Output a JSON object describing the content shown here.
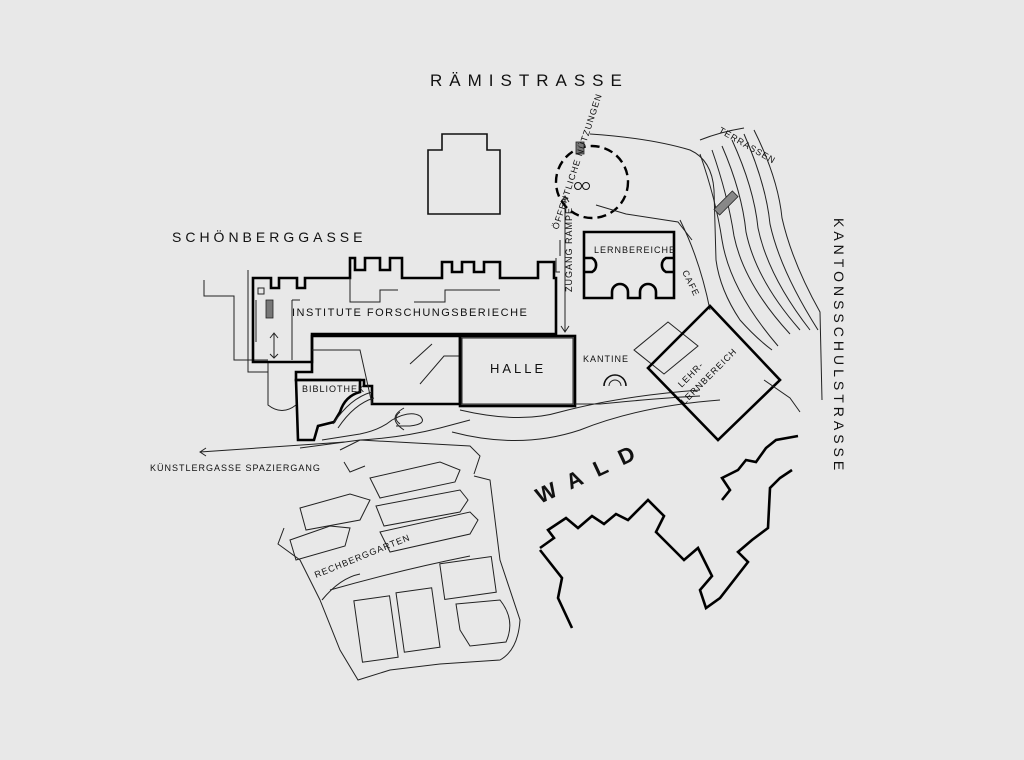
{
  "streets": {
    "raemistrasse": "RÄMISTRASSE",
    "schoenberggasse": "SCHÖNBERGGASSE",
    "kantonsschulstrasse": "KANTONSSCHULSTRASSE",
    "kuenstlergasse": "KÜNSTLERGASSE SPAZIERGANG"
  },
  "areas": {
    "institute": "INSTITUTE FORSCHUNGSBERIECHE",
    "halle": "HALLE",
    "bibliothek": "BIBLIOTHEK",
    "kantine": "KANTINE",
    "lernbereiche": "LERNBEREICHE",
    "cafe": "CAFE",
    "lehr_line1": "LEHR-",
    "lehr_line2": "LERNBEREICH",
    "zugang_rampe": "ZUGANG RAMPE",
    "oeffentliche": "ÖFFENTLICHE NÜTZUNGEN",
    "terrassen": "TERRASSEN",
    "rechberggarten": "RECHBERGGARTEN",
    "wald": "WALD"
  }
}
